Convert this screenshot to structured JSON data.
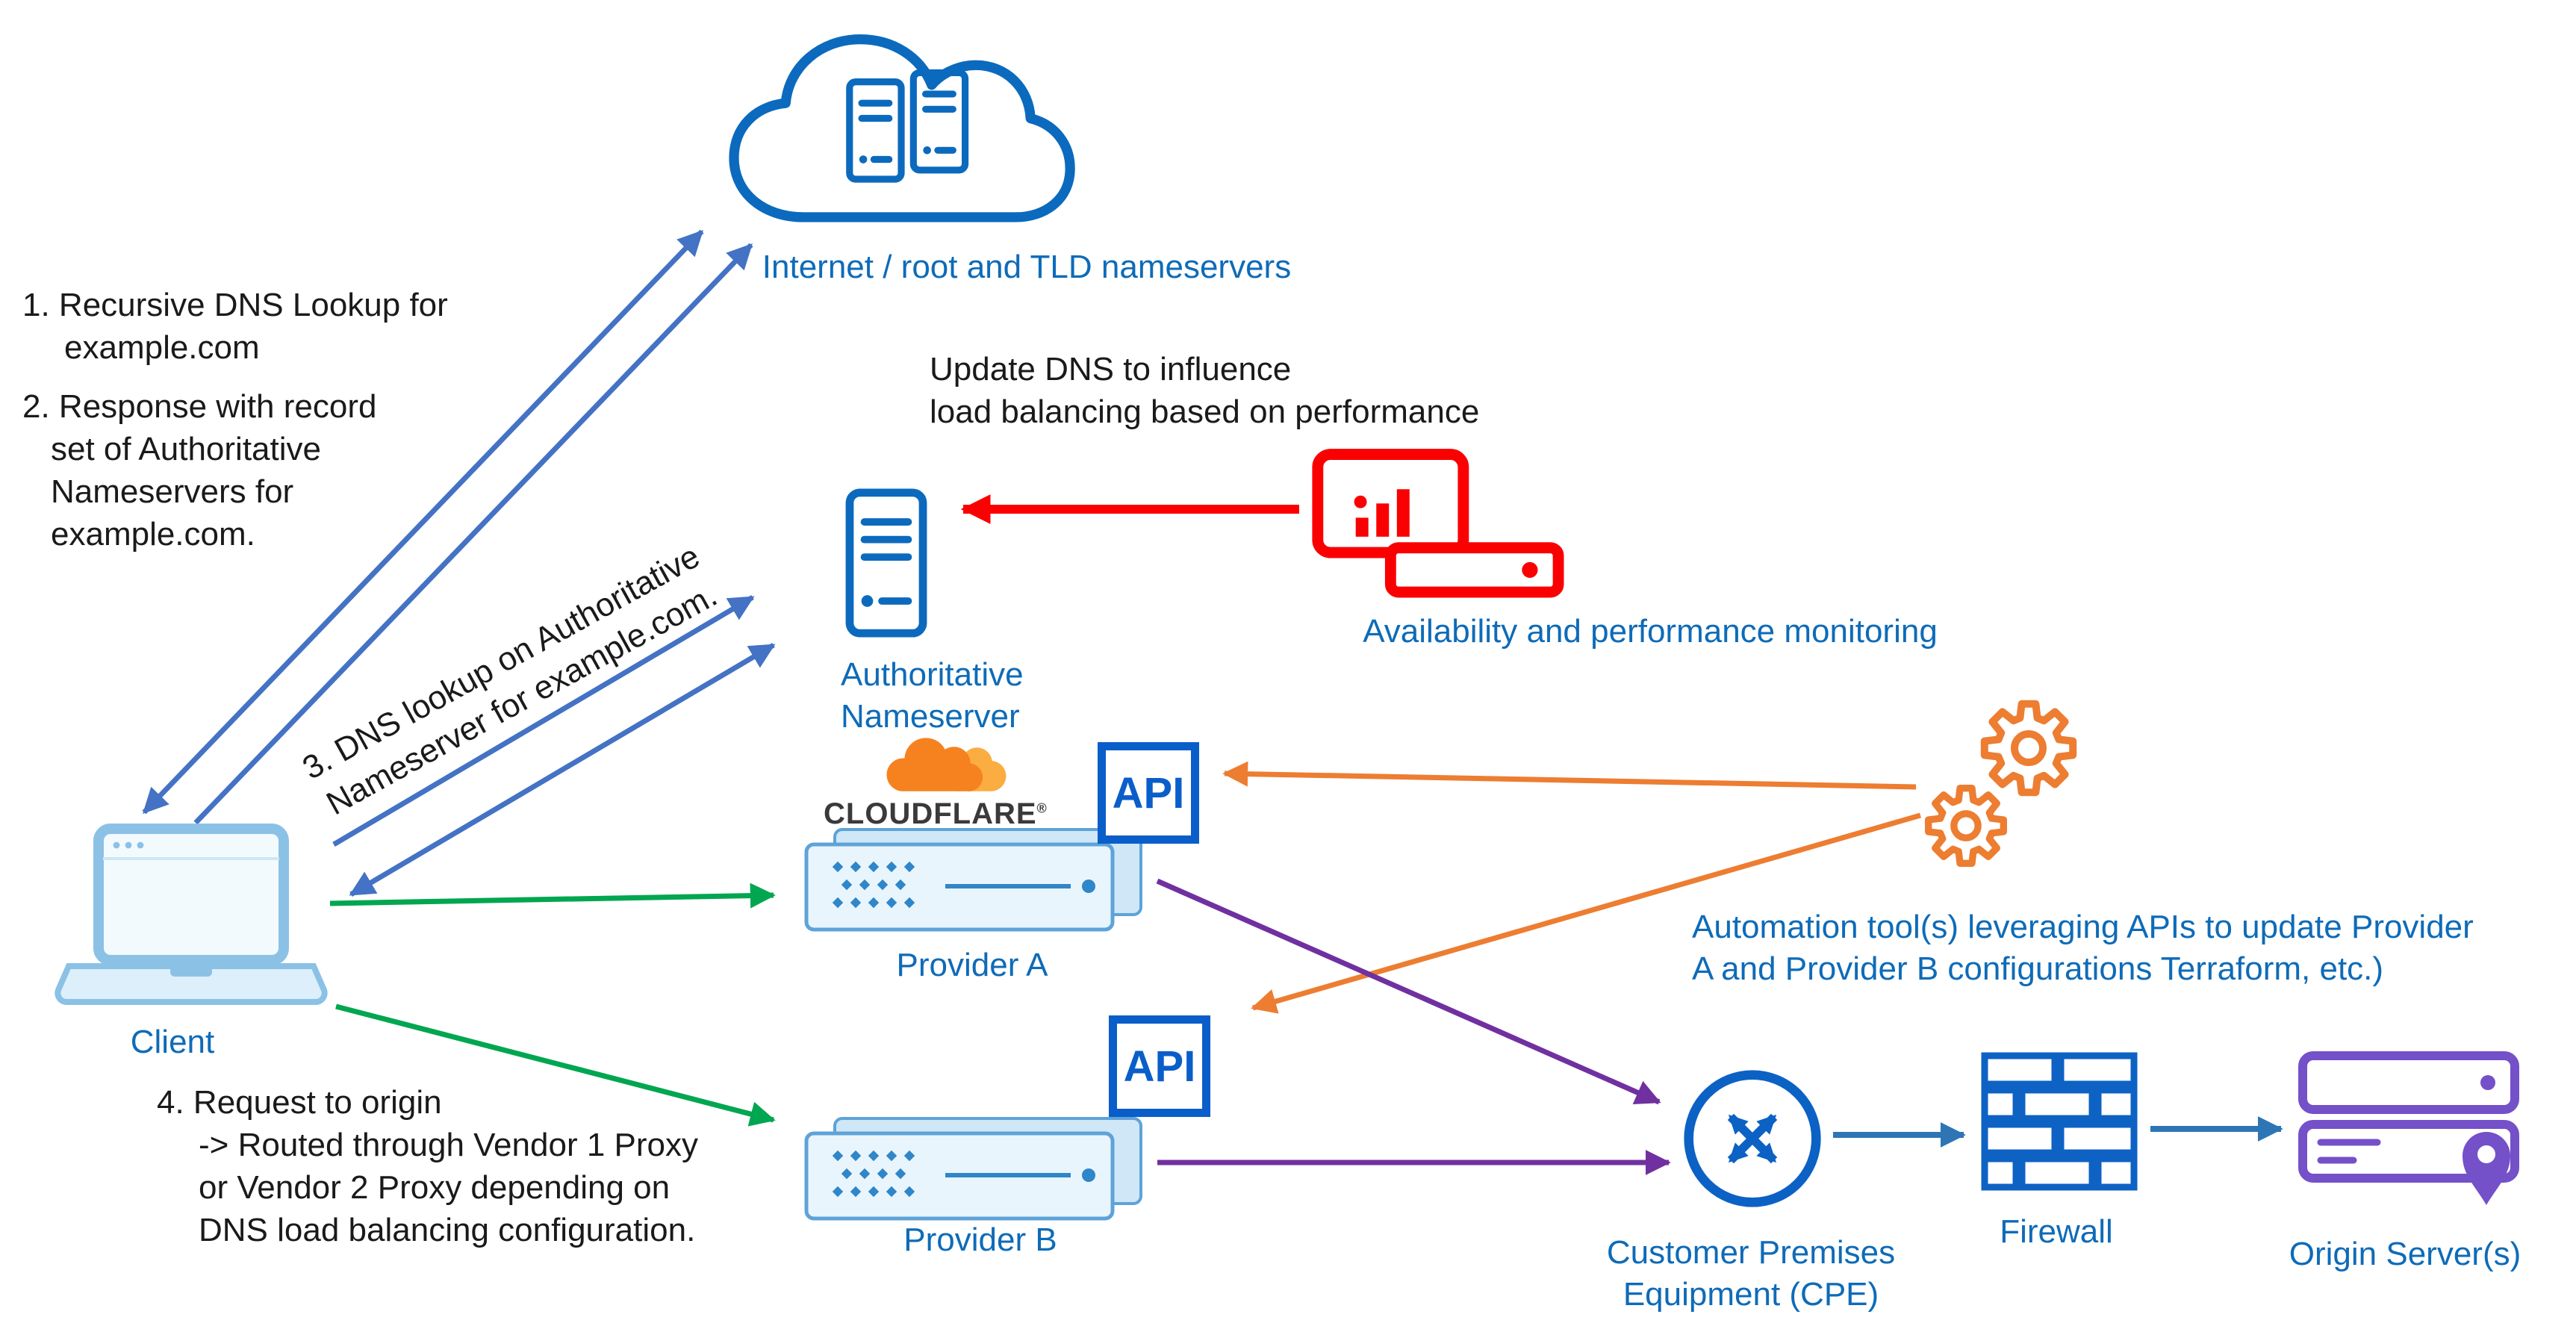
{
  "colors": {
    "diagram_blue": "#0e6bb8",
    "arrow_blue": "#4472C4",
    "connector_blue": "#2e75b6",
    "icon_blue": "#0b6abd",
    "api_blue": "#0a5ec9",
    "red": "#FA0000",
    "green": "#00A650",
    "orange": "#ED7D31",
    "purple": "#7030A0",
    "origin_purple": "#7450C9",
    "cloudflare_orange": "#F6821F",
    "cloudflare_orange_light": "#FBAD41"
  },
  "nodes": {
    "internet": {
      "label": "Internet / root and TLD nameservers"
    },
    "client": {
      "label": "Client"
    },
    "authoritative_nameserver": {
      "label_line1": "Authoritative",
      "label_line2": "Nameserver"
    },
    "monitoring": {
      "label": "Availability and performance monitoring"
    },
    "provider_a": {
      "label": "Provider A",
      "api": "API",
      "logo": "CLOUDFLARE",
      "logo_reg": "®"
    },
    "provider_b": {
      "label": "Provider B",
      "api": "API"
    },
    "cpe": {
      "label_line1": "Customer Premises",
      "label_line2": "Equipment (CPE)"
    },
    "firewall": {
      "label": "Firewall"
    },
    "origin": {
      "label": "Origin Server(s)"
    }
  },
  "annotations": {
    "step1": {
      "line1": "1. Recursive DNS Lookup for",
      "line2": "example.com"
    },
    "step2": {
      "line1": "2. Response with record",
      "line2": "set of Authoritative",
      "line3": "Nameservers for",
      "line4": "example.com."
    },
    "step3": {
      "line1": "3. DNS lookup on Authoritative",
      "line2": "Nameserver for example.com."
    },
    "step4": {
      "line1": "4. Request to origin",
      "line2": "-> Routed through Vendor 1 Proxy",
      "line3": "or Vendor 2 Proxy depending on",
      "line4": "DNS load balancing configuration."
    },
    "update_dns": {
      "line1": "Update DNS to influence",
      "line2": "load balancing based on performance"
    },
    "automation": {
      "line1": "Automation tool(s)  leveraging APIs to update Provider",
      "line2": "A and Provider B configurations Terraform, etc.)"
    }
  }
}
